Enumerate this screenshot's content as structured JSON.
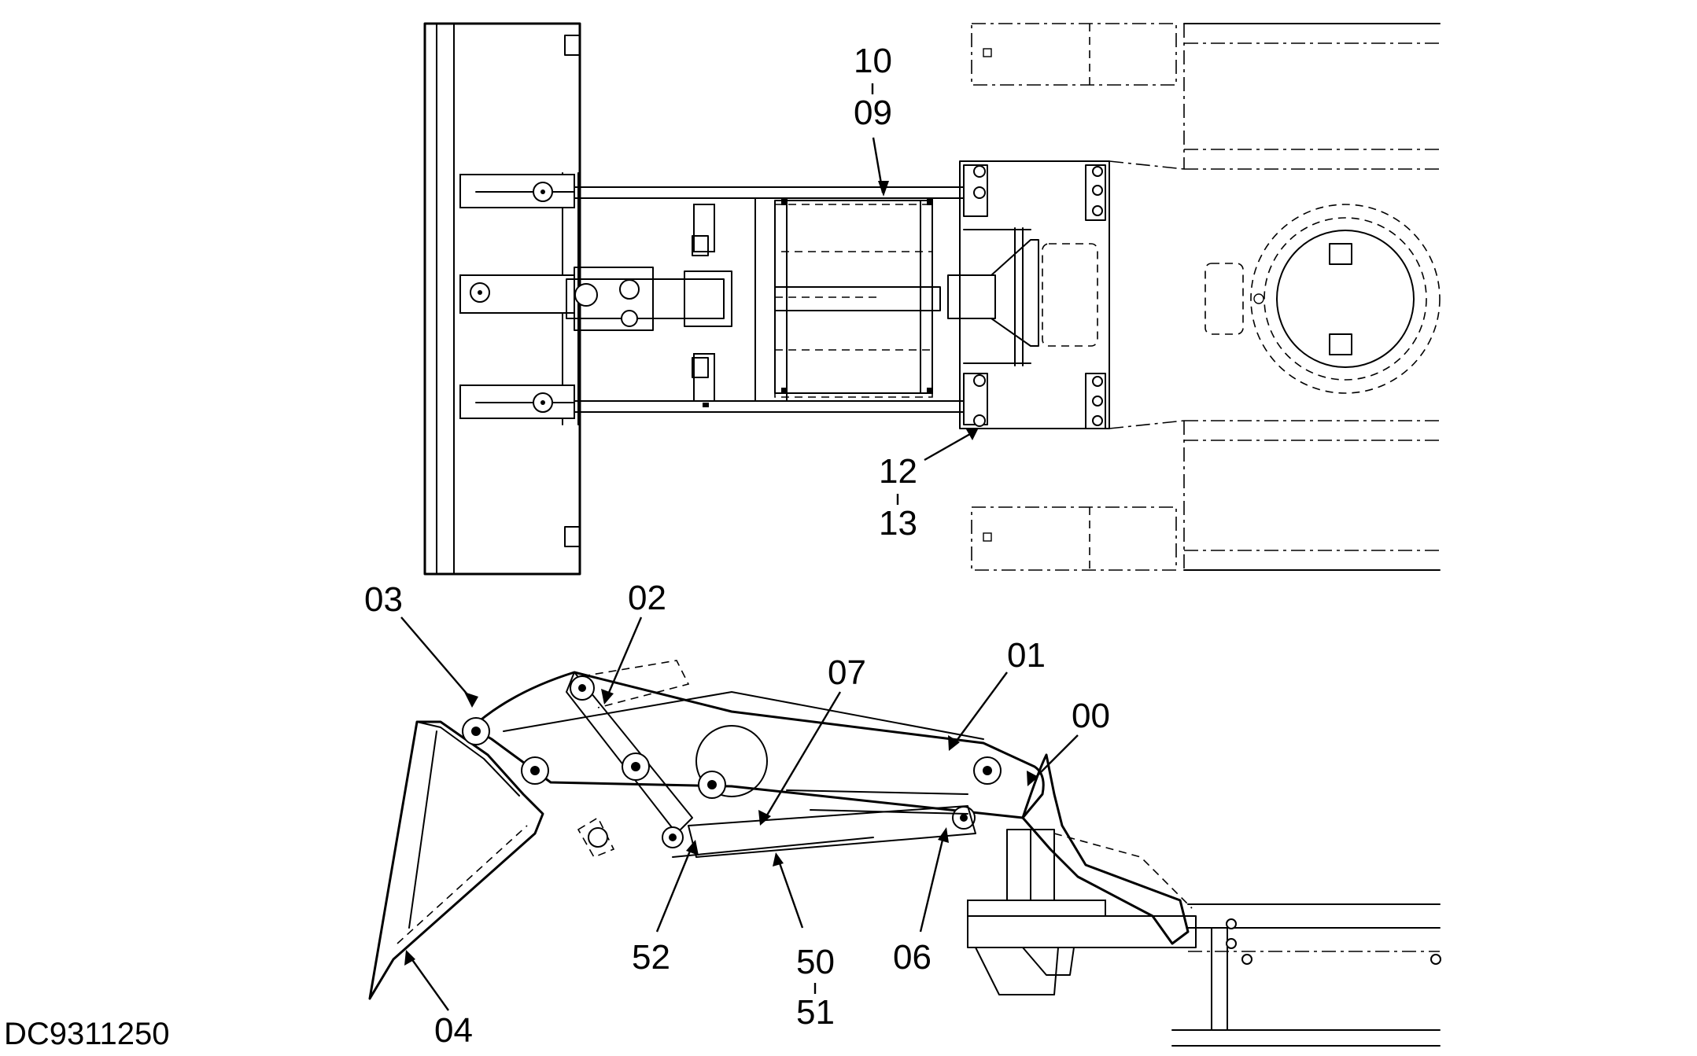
{
  "drawing_number": "DC9311250",
  "callouts": [
    {
      "id": "10-09",
      "top": "10",
      "bottom": "09"
    },
    {
      "id": "12-13",
      "top": "12",
      "bottom": "13"
    },
    {
      "id": "03",
      "text": "03"
    },
    {
      "id": "02",
      "text": "02"
    },
    {
      "id": "07",
      "text": "07"
    },
    {
      "id": "01",
      "text": "01"
    },
    {
      "id": "00",
      "text": "00"
    },
    {
      "id": "52",
      "text": "52"
    },
    {
      "id": "50-51",
      "top": "50",
      "bottom": "51"
    },
    {
      "id": "06",
      "text": "06"
    },
    {
      "id": "04",
      "text": "04"
    }
  ]
}
